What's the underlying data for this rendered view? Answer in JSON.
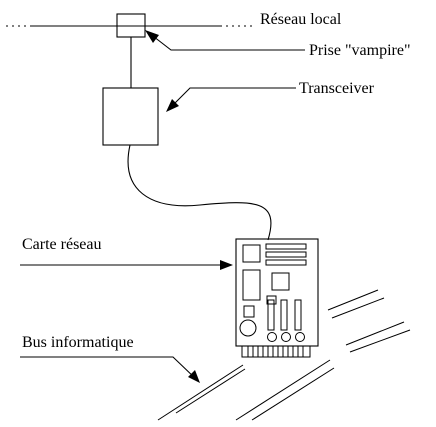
{
  "labels": {
    "network": "Réseau local",
    "tap": "Prise \"vampire\"",
    "transceiver": "Transceiver",
    "card": "Carte réseau",
    "bus": "Bus informatique"
  }
}
